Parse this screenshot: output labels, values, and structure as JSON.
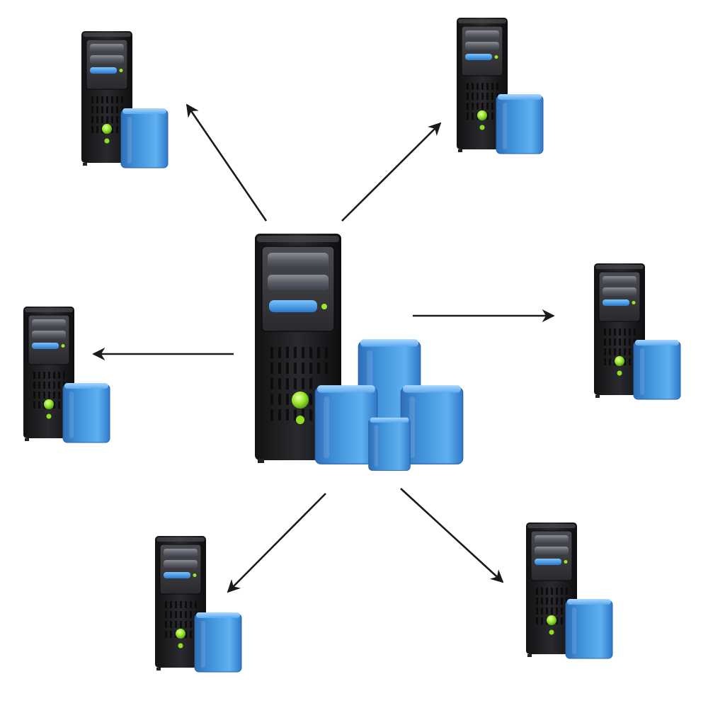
{
  "diagram": {
    "type": "network-topology",
    "central_node": {
      "kind": "database-server",
      "icon": "server-with-database-cluster-icon",
      "database_count": 4
    },
    "peripheral_nodes": [
      {
        "id": "top-left",
        "icon": "server-with-database-icon"
      },
      {
        "id": "top-right",
        "icon": "server-with-database-icon"
      },
      {
        "id": "middle-left",
        "icon": "server-with-database-icon"
      },
      {
        "id": "middle-right",
        "icon": "server-with-database-icon"
      },
      {
        "id": "bottom-left",
        "icon": "server-with-database-icon"
      },
      {
        "id": "bottom-right",
        "icon": "server-with-database-icon"
      }
    ],
    "connections": [
      {
        "from": "central",
        "to": "top-left",
        "direction": "outgoing"
      },
      {
        "from": "central",
        "to": "top-right",
        "direction": "outgoing"
      },
      {
        "from": "central",
        "to": "middle-left",
        "direction": "outgoing"
      },
      {
        "from": "central",
        "to": "middle-right",
        "direction": "outgoing"
      },
      {
        "from": "central",
        "to": "bottom-left",
        "direction": "outgoing"
      },
      {
        "from": "central",
        "to": "bottom-right",
        "direction": "outgoing"
      }
    ],
    "colors": {
      "background": "#ffffff",
      "server_body": "#1c1c1e",
      "server_panel": "#3a3a3f",
      "drive_slot": "#5a5d66",
      "accent_bar": "#3b8fe0",
      "status_led": "#8fe01e",
      "database": "#3f8fd8",
      "arrow": "#1a1a1a"
    }
  }
}
